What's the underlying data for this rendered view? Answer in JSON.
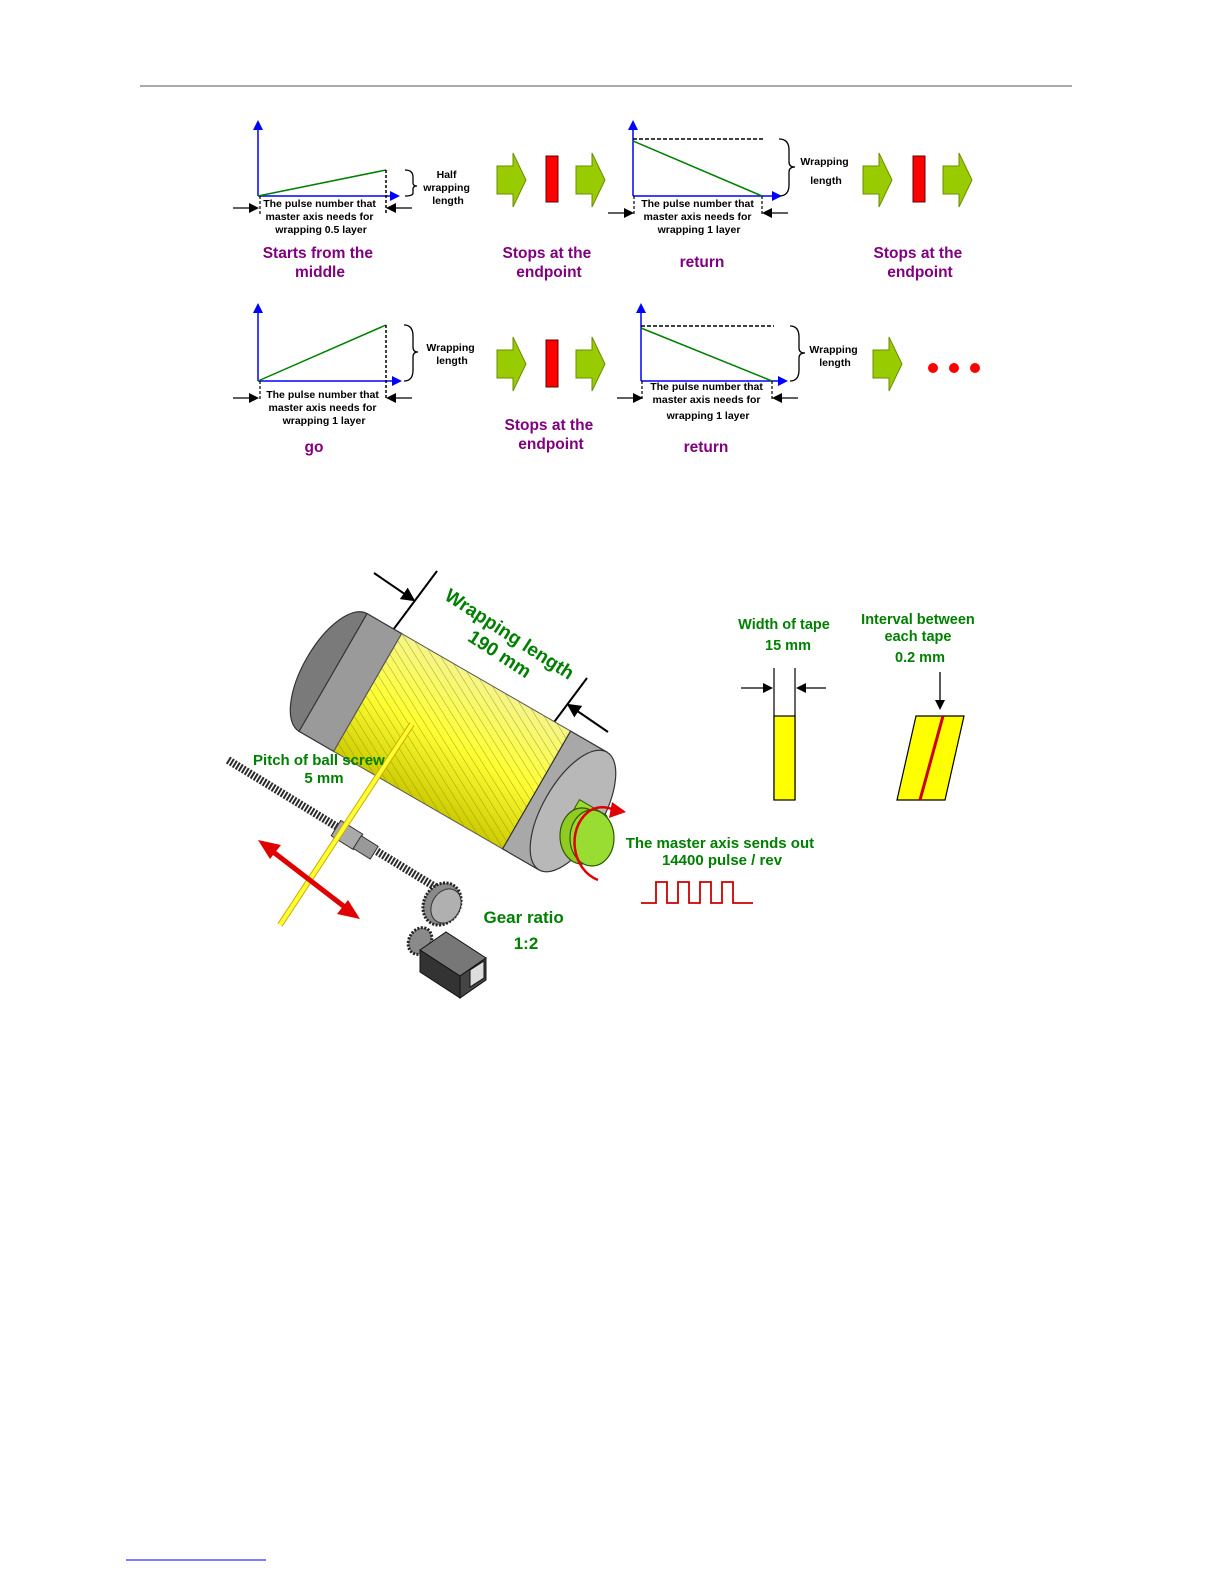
{
  "colors": {
    "axis": "#0000ff",
    "graph_line": "#008000",
    "arrow_fill": "#99cc00",
    "stop_bar": "#ff0000",
    "caption": "#800080",
    "label_green": "#008000",
    "tape": "#ffff00",
    "pulse": "#cc0000"
  },
  "flow": {
    "row1": {
      "graph1": {
        "bracket_label": [
          "Half",
          "wrapping",
          "length"
        ],
        "pulse_note": [
          "The pulse number that",
          "master axis needs for",
          "wrapping 0.5 layer"
        ],
        "caption": [
          "Starts from the",
          "middle"
        ]
      },
      "stop1": {
        "caption": [
          "Stops at the",
          "endpoint"
        ]
      },
      "graph2": {
        "bracket_label": [
          "Wrapping",
          "length"
        ],
        "pulse_note": [
          "The pulse number that",
          "master axis needs for",
          "wrapping 1 layer"
        ],
        "caption": [
          "return"
        ]
      },
      "stop2": {
        "caption": [
          "Stops at the",
          "endpoint"
        ]
      }
    },
    "row2": {
      "graph1": {
        "bracket_label": [
          "Wrapping",
          "length"
        ],
        "pulse_note": [
          "The pulse number that",
          "master axis needs for",
          "wrapping 1 layer"
        ],
        "caption": [
          "go"
        ]
      },
      "stop1": {
        "caption": [
          "Stops at the",
          "endpoint"
        ]
      },
      "graph2": {
        "bracket_label": [
          "Wrapping",
          "length"
        ],
        "pulse_note": [
          "The pulse number that",
          "master axis needs for",
          "wrapping 1 layer"
        ],
        "caption": [
          "return"
        ]
      }
    }
  },
  "machine": {
    "wrapping_length": [
      "Wrapping length",
      "190 mm"
    ],
    "pitch": [
      "Pitch of ball screw",
      "5 mm"
    ],
    "master_axis": [
      "The master axis sends out",
      "14400 pulse / rev"
    ],
    "gear_ratio": [
      "Gear ratio",
      "1:2"
    ],
    "tape_width": [
      "Width of tape",
      "15 mm"
    ],
    "tape_interval": [
      "Interval between",
      "each tape",
      "0.2 mm"
    ]
  }
}
